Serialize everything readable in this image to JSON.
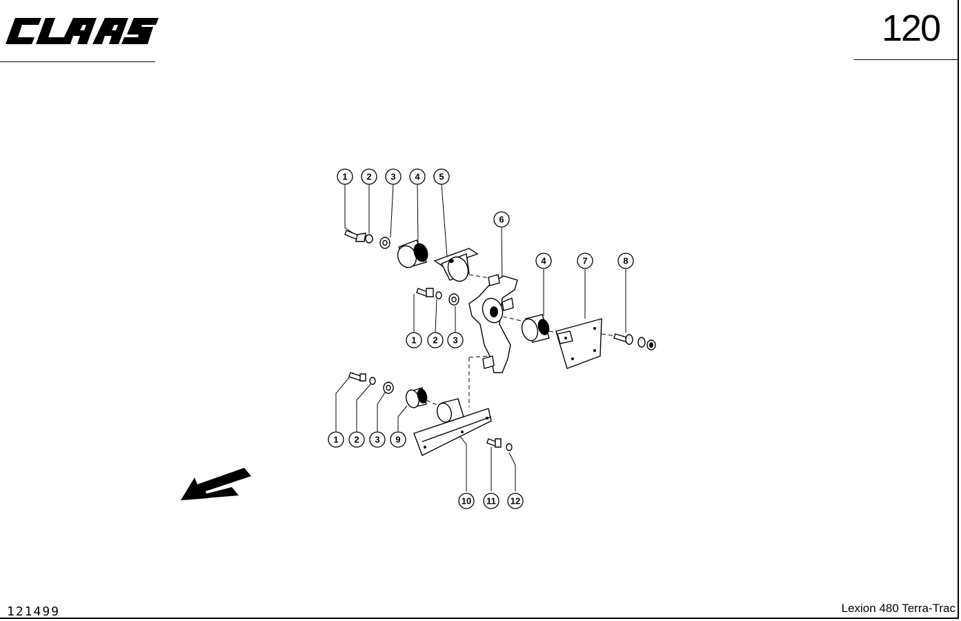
{
  "header": {
    "brand": "CLAAS",
    "page_number": "120"
  },
  "footer": {
    "doc_code": "121499",
    "model": "Lexion 480 Terra-Trac"
  },
  "callouts": [
    "1",
    "2",
    "3",
    "4",
    "5",
    "6",
    "4",
    "7",
    "8",
    "1",
    "2",
    "3",
    "1",
    "2",
    "3",
    "9",
    "10",
    "11",
    "12"
  ],
  "icons": {
    "direction_arrow": "arrow-down-left-icon"
  }
}
